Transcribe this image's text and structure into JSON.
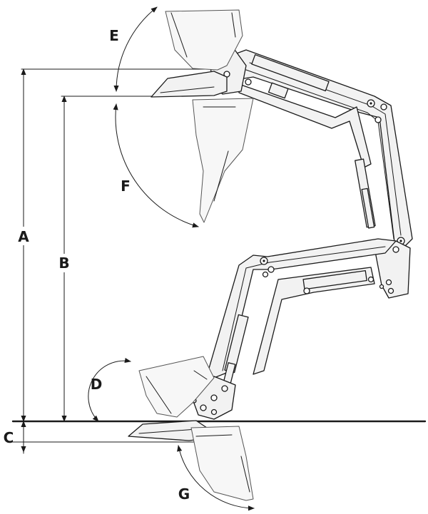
{
  "dimensions": {
    "A": "A",
    "B": "B",
    "C": "C",
    "D": "D",
    "E": "E",
    "F": "F",
    "G": "G"
  }
}
